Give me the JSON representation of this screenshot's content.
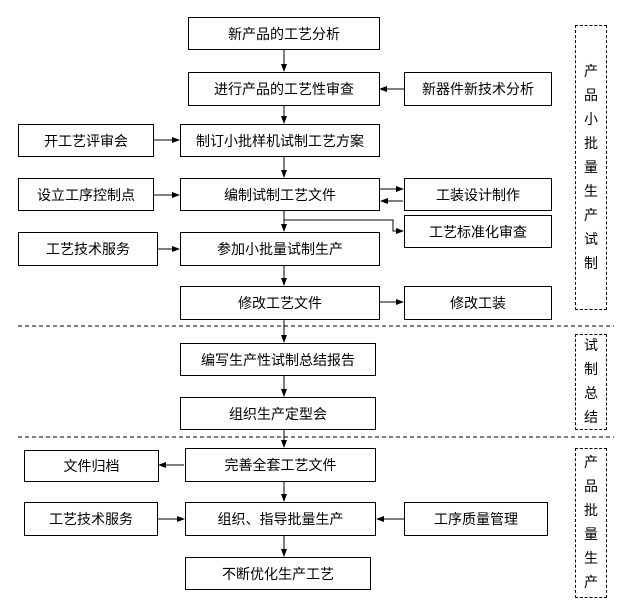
{
  "boxes": {
    "new_product_analysis": "新产品的工艺分析",
    "process_review": "进行产品的工艺性审查",
    "new_device_analysis": "新器件新技术分析",
    "process_review_meeting": "开工艺评审会",
    "trial_plan": "制订小批样机试制工艺方案",
    "set_control_points": "设立工序控制点",
    "compile_trial_docs": "编制试制工艺文件",
    "tooling_design": "工装设计制作",
    "process_standardization": "工艺标准化审查",
    "tech_service_1": "工艺技术服务",
    "join_trial_production": "参加小批量试制生产",
    "modify_process_docs": "修改工艺文件",
    "modify_tooling": "修改工装",
    "trial_summary_report": "编写生产性试制总结报告",
    "finalization_meeting": "组织生产定型会",
    "archive_docs": "文件归档",
    "complete_docs": "完善全套工艺文件",
    "tech_service_2": "工艺技术服务",
    "organize_mass_production": "组织、指导批量生产",
    "quality_management": "工序质量管理",
    "continuous_optimization": "不断优化生产工艺"
  },
  "phases": {
    "small_batch_trial": "产品小批量生产试制",
    "trial_summary": "试制总结",
    "mass_production": "产品批量生产"
  }
}
